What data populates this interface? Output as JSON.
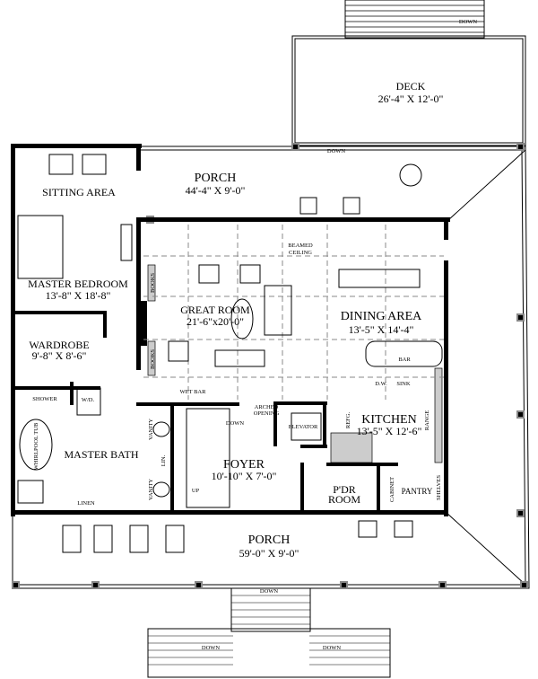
{
  "rooms": {
    "deck": {
      "name": "DECK",
      "size": "26'-4\" X 12'-0\""
    },
    "porch_rear": {
      "name": "PORCH",
      "size": "44'-4\" X 9'-0\""
    },
    "sitting": {
      "name": "SITTING AREA"
    },
    "master_bedroom": {
      "name": "MASTER BEDROOM",
      "size": "13'-8\" X 18'-8\""
    },
    "great_room": {
      "name": "GREAT ROOM",
      "size": "21'-6\"x20'-0\""
    },
    "dining": {
      "name": "DINING AREA",
      "size": "13'-5\" X 14'-4\""
    },
    "wardrobe": {
      "name": "WARDROBE",
      "size": "9'-8\" X 8'-6\""
    },
    "kitchen": {
      "name": "KITCHEN",
      "size": "13'-5\" X 12'-6\""
    },
    "master_bath": {
      "name": "MASTER BATH"
    },
    "foyer": {
      "name": "FOYER",
      "size": "10'-10\" X 7'-0\""
    },
    "pdr": {
      "name": "P'DR",
      "name2": "ROOM"
    },
    "pantry": {
      "name": "PANTRY"
    },
    "porch_front": {
      "name": "PORCH",
      "size": "59'-0\" X 9'-0\""
    }
  },
  "labels": {
    "down": "DOWN",
    "up": "UP",
    "beamed": "BEAMED",
    "ceiling": "CEILING",
    "books": "BOOKS",
    "wet_bar": "WET BAR",
    "arched": "ARCHED",
    "opening": "OPENING",
    "elevator": "ELEVATOR",
    "shower": "SHOWER",
    "wd": "W/D.",
    "whirlpool": "WHIRLPOOL TUB",
    "vanity": "VANITY",
    "lin": "LIN.",
    "linen": "LINEN",
    "bar": "BAR",
    "dw": "D.W.",
    "sink": "SINK",
    "refg": "REFG.",
    "range": "RANGE",
    "cabinet": "CABINET",
    "shelves": "SHELVES"
  }
}
